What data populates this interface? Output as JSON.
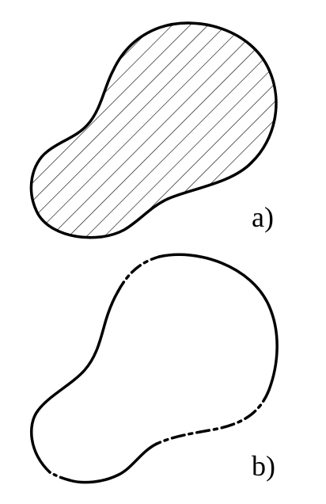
{
  "figure": {
    "background_color": "#ffffff",
    "line_color": "#000000",
    "panels": [
      {
        "id": "a",
        "label": "a)",
        "fill_pattern": "diagonal-hatch",
        "boundary_style": "solid"
      },
      {
        "id": "b",
        "label": "b)",
        "fill_pattern": "none",
        "boundary_style": "solid-with-dash-dot-segments"
      }
    ]
  }
}
